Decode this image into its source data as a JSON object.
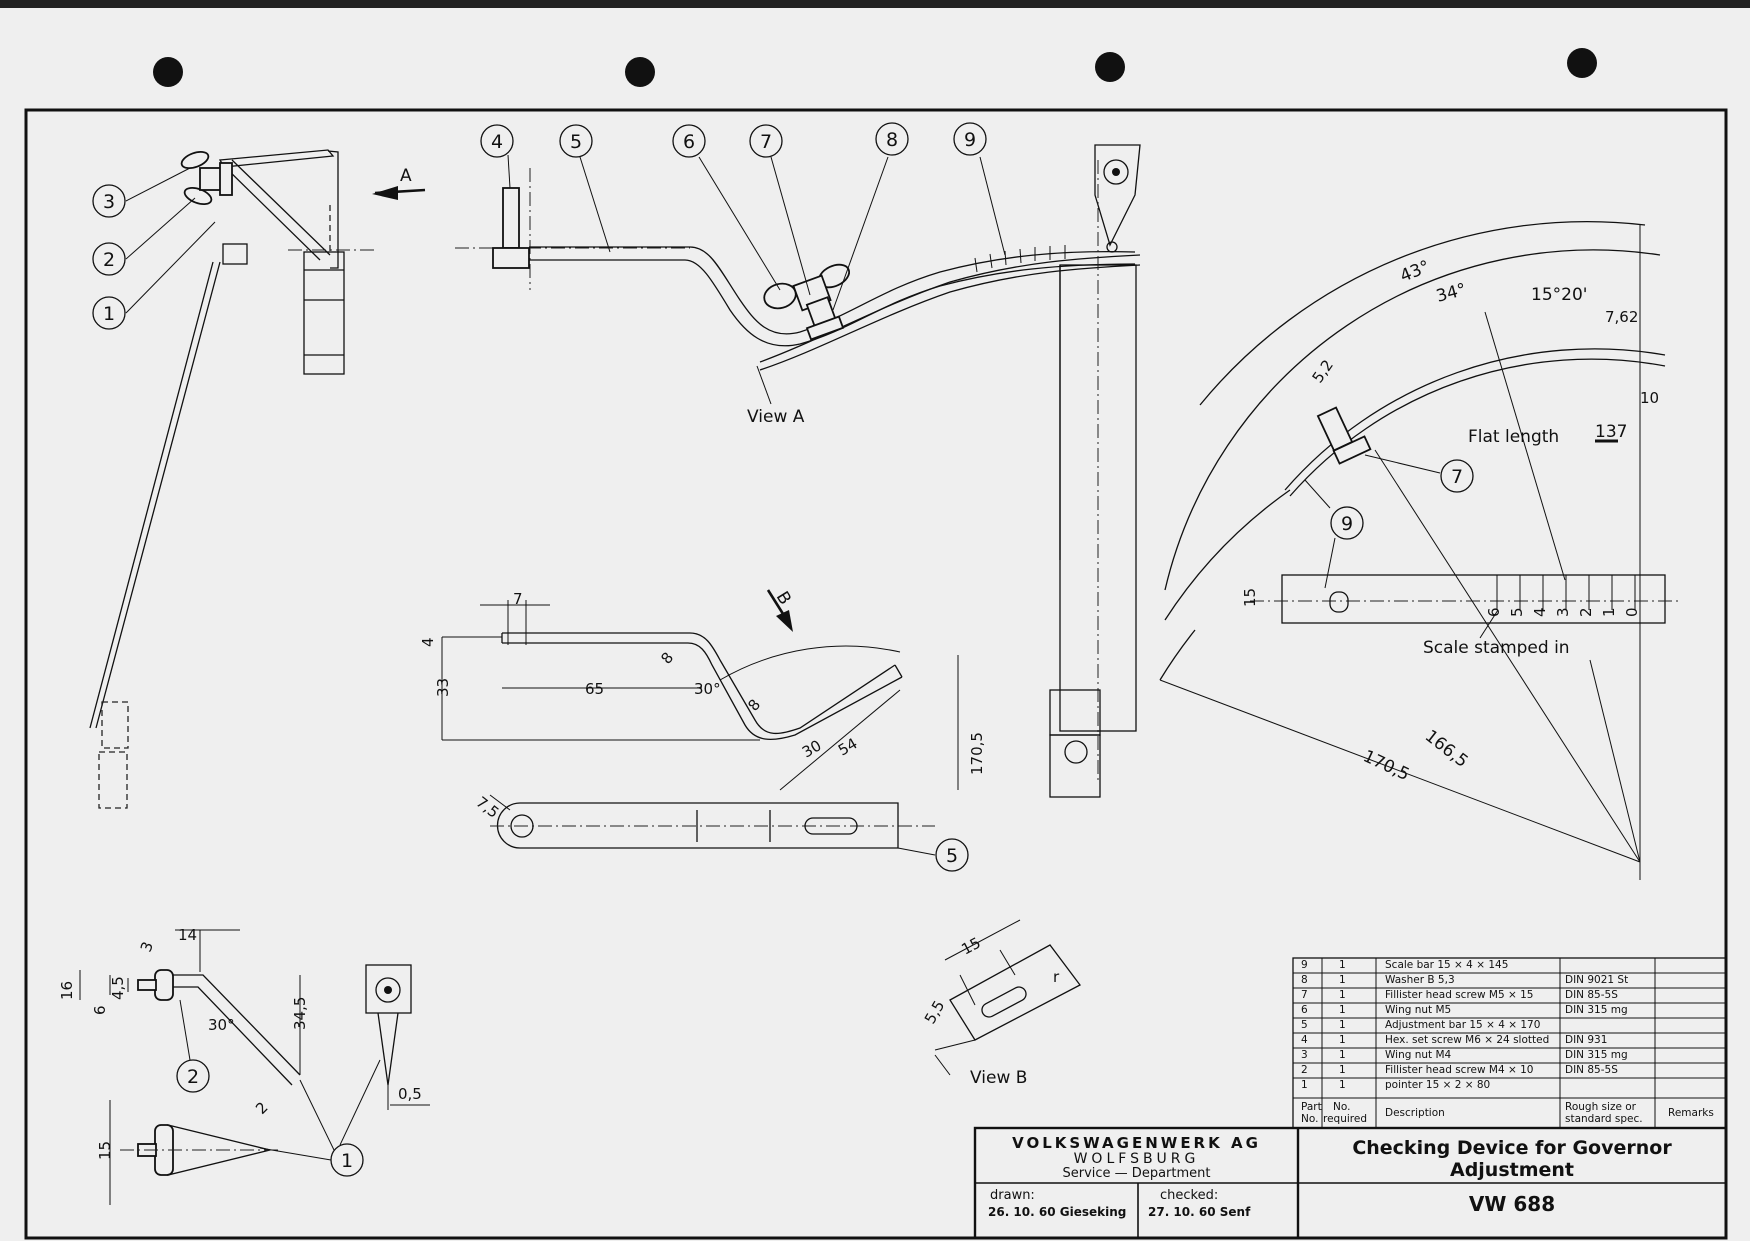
{
  "parts_callouts": [
    "1",
    "2",
    "3",
    "4",
    "5",
    "6",
    "7",
    "8",
    "9"
  ],
  "view_labels": {
    "view_a": "View A",
    "view_b": "View B",
    "arrow_a": "A",
    "arrow_b": "B"
  },
  "notes": {
    "flat_length": "Flat length",
    "flat_length_value": "137",
    "scale_stamped": "Scale stamped in"
  },
  "scale_ticks": [
    "6",
    "5",
    "4",
    "3",
    "2",
    "1",
    "0"
  ],
  "dimensions": {
    "angle_43": "43°",
    "angle_34": "34°",
    "angle_1520": "15°20'",
    "d762": "7,62",
    "d10": "10",
    "d52": "5,2",
    "r1705_a": "170,5",
    "r1665": "166,5",
    "r1705_b": "170,5",
    "d15_scale": "15",
    "d7": "7",
    "d4": "4",
    "d33": "33",
    "d65": "65",
    "d8a": "8",
    "d8b": "8",
    "a30": "30°",
    "d30": "30",
    "d54": "54",
    "d75": "7,5",
    "d14": "14",
    "d3": "3",
    "d16": "16",
    "d6": "6",
    "d45": "4,5",
    "d345": "34,5",
    "d2": "2",
    "d05": "0,5",
    "d15_ptr": "15",
    "d15_vb": "15",
    "d55": "5,5",
    "r": "r",
    "a30b": "30°"
  },
  "bom": {
    "rows": [
      {
        "part": "9",
        "qty": "1",
        "desc": "Scale bar 15 × 4 × 145",
        "spec": ""
      },
      {
        "part": "8",
        "qty": "1",
        "desc": "Washer B 5,3",
        "spec": "DIN 9021 St"
      },
      {
        "part": "7",
        "qty": "1",
        "desc": "Fillister head screw M5 × 15",
        "spec": "DIN 85-5S"
      },
      {
        "part": "6",
        "qty": "1",
        "desc": "Wing nut M5",
        "spec": "DIN 315 mg"
      },
      {
        "part": "5",
        "qty": "1",
        "desc": "Adjustment bar 15 × 4 × 170",
        "spec": ""
      },
      {
        "part": "4",
        "qty": "1",
        "desc": "Hex. set screw M6 × 24 slotted",
        "spec": "DIN 931"
      },
      {
        "part": "3",
        "qty": "1",
        "desc": "Wing nut M4",
        "spec": "DIN 315 mg"
      },
      {
        "part": "2",
        "qty": "1",
        "desc": "Fillister head screw M4 × 10",
        "spec": "DIN 85-5S"
      },
      {
        "part": "1",
        "qty": "1",
        "desc": "pointer 15 × 2 × 80",
        "spec": ""
      }
    ],
    "header": {
      "part": "Part",
      "partno": "No.",
      "no": "No.",
      "required": "required",
      "desc": "Description",
      "spec1": "Rough size or",
      "spec2": "standard spec.",
      "remarks": "Remarks"
    }
  },
  "title_block": {
    "company": "VOLKSWAGENWERK AG",
    "city": "WOLFSBURG",
    "dept": "Service — Department",
    "drawn_label": "drawn:",
    "drawn_value": "26. 10. 60 Gieseking",
    "checked_label": "checked:",
    "checked_value": "27. 10. 60 Senf",
    "title": "Checking Device for Governor Adjustment",
    "number": "VW 688"
  }
}
